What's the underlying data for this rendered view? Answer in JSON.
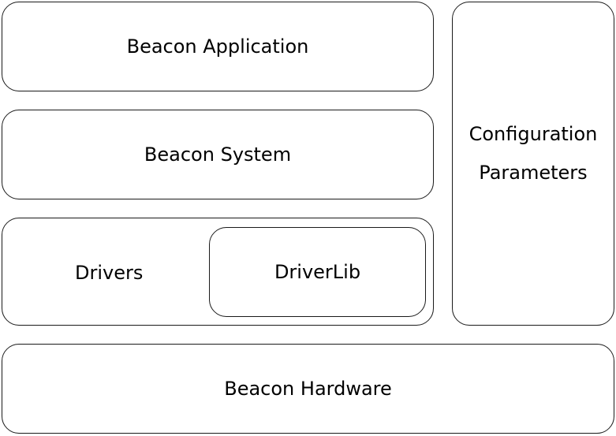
{
  "diagram": {
    "application": "Beacon Application",
    "system": "Beacon System",
    "drivers": "Drivers",
    "driverlib": "DriverLib",
    "config": {
      "line1": "Configuration",
      "line2": "Parameters"
    },
    "hardware": "Beacon Hardware"
  }
}
